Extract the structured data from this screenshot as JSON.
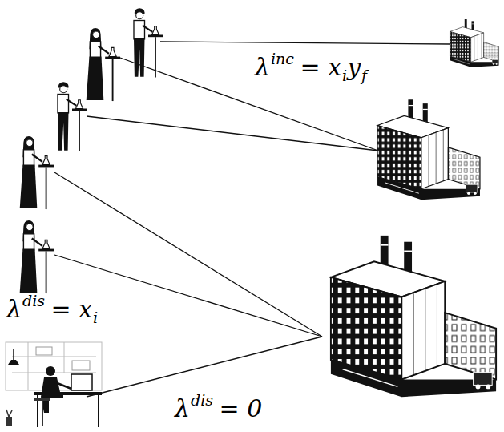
{
  "diagram": {
    "labels": [
      "λ",
      "inc",
      "= x",
      "i",
      "y",
      "f",
      "λ",
      "dis",
      "= x",
      "i",
      "λ",
      "dis",
      "= 0"
    ]
  }
}
